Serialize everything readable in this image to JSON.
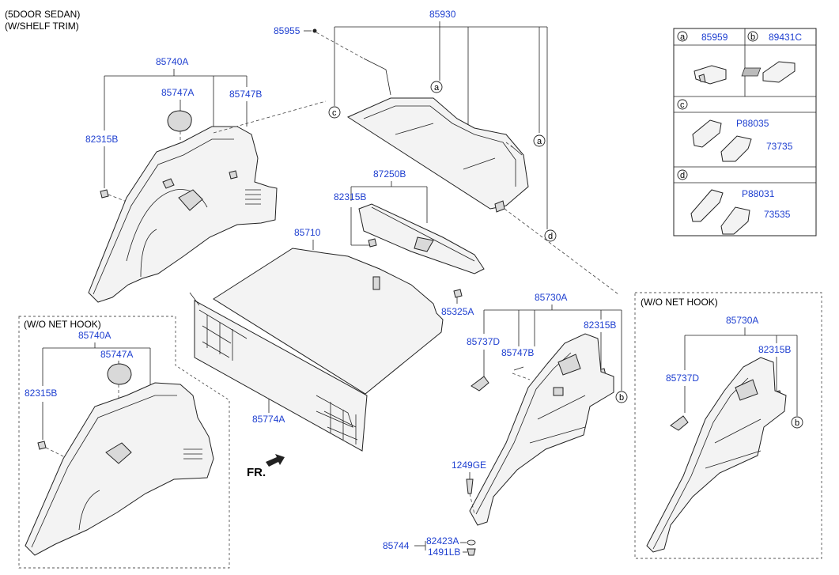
{
  "header": {
    "line1": "(5DOOR SEDAN)",
    "line2": "(W/SHELF TRIM)"
  },
  "variants": {
    "left_box_title": "(W/O NET HOOK)",
    "right_box_title": "(W/O NET HOOK)"
  },
  "direction_label": "FR.",
  "callouts": {
    "a": "a",
    "b": "b",
    "c": "c",
    "d": "d"
  },
  "legend": {
    "a": {
      "key": "a",
      "part": "85959"
    },
    "b": {
      "key": "b",
      "part": "89431C"
    },
    "c": {
      "key": "c",
      "parts": [
        "P88035",
        "73735"
      ]
    },
    "d": {
      "key": "d",
      "parts": [
        "P88031",
        "73535"
      ]
    }
  },
  "labels": {
    "p85930": "85930",
    "p85955": "85955",
    "p85740A": "85740A",
    "p85747A": "85747A",
    "p85747B": "85747B",
    "p82315B": "82315B",
    "p87250B": "87250B",
    "p82315B_2": "82315B",
    "p85710": "85710",
    "p85325A": "85325A",
    "p85774A": "85774A",
    "p85740A_2": "85740A",
    "p85747A_2": "85747A",
    "p82315B_3": "82315B",
    "p85730A": "85730A",
    "p85737D": "85737D",
    "p85747B_2": "85747B",
    "p82315B_4": "82315B",
    "p1249GE": "1249GE",
    "p85744": "85744",
    "p82423A": "82423A",
    "p1491LB": "1491LB",
    "p85730A_2": "85730A",
    "p82315B_5": "82315B",
    "p85737D_2": "85737D"
  }
}
